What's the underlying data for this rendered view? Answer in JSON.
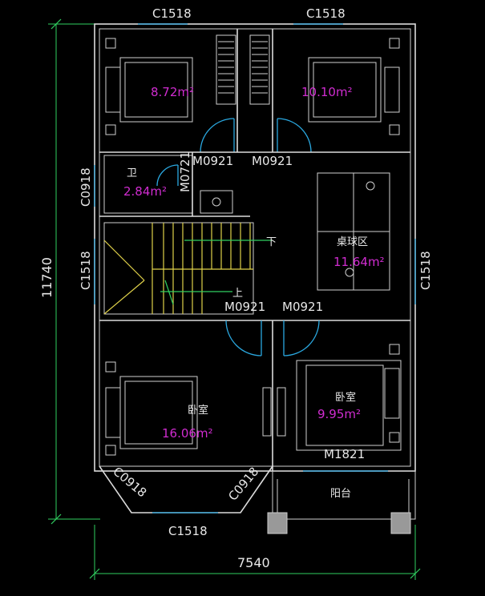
{
  "labels": {
    "win_top_left": "C1518",
    "win_top_right": "C1518",
    "win_left_bath": "C0918",
    "win_left_stair": "C1518",
    "win_right_table": "C1518",
    "win_bottom_left_diag": "C0918",
    "win_bottom_right_diag": "C0918",
    "win_bottom": "C1518",
    "door_left_top": "M0921",
    "door_right_top": "M0921",
    "door_bath": "M0721",
    "door_left_mid": "M0921",
    "door_right_mid": "M0921",
    "door_balcony": "M1821"
  },
  "rooms": {
    "bedroom_tl_area": "8.72m²",
    "bedroom_tr_area": "10.10m²",
    "bath_name": "卫",
    "bath_area": "2.84m²",
    "table_name": "桌球区",
    "table_area": "11.64m²",
    "bedroom_bl_name": "卧室",
    "bedroom_bl_area": "16.06m²",
    "bedroom_br_name": "卧室",
    "bedroom_br_area": "9.95m²",
    "balcony_name": "阳台",
    "stair_down": "下",
    "stair_up": "上"
  },
  "dimensions": {
    "height": "11740",
    "width": "7540"
  },
  "colors": {
    "wall": "#dcdcdc",
    "window": "#2aa8e0",
    "area_text": "#d02cd0",
    "stair": "#e0d24a",
    "dim_line": "#30d060"
  }
}
